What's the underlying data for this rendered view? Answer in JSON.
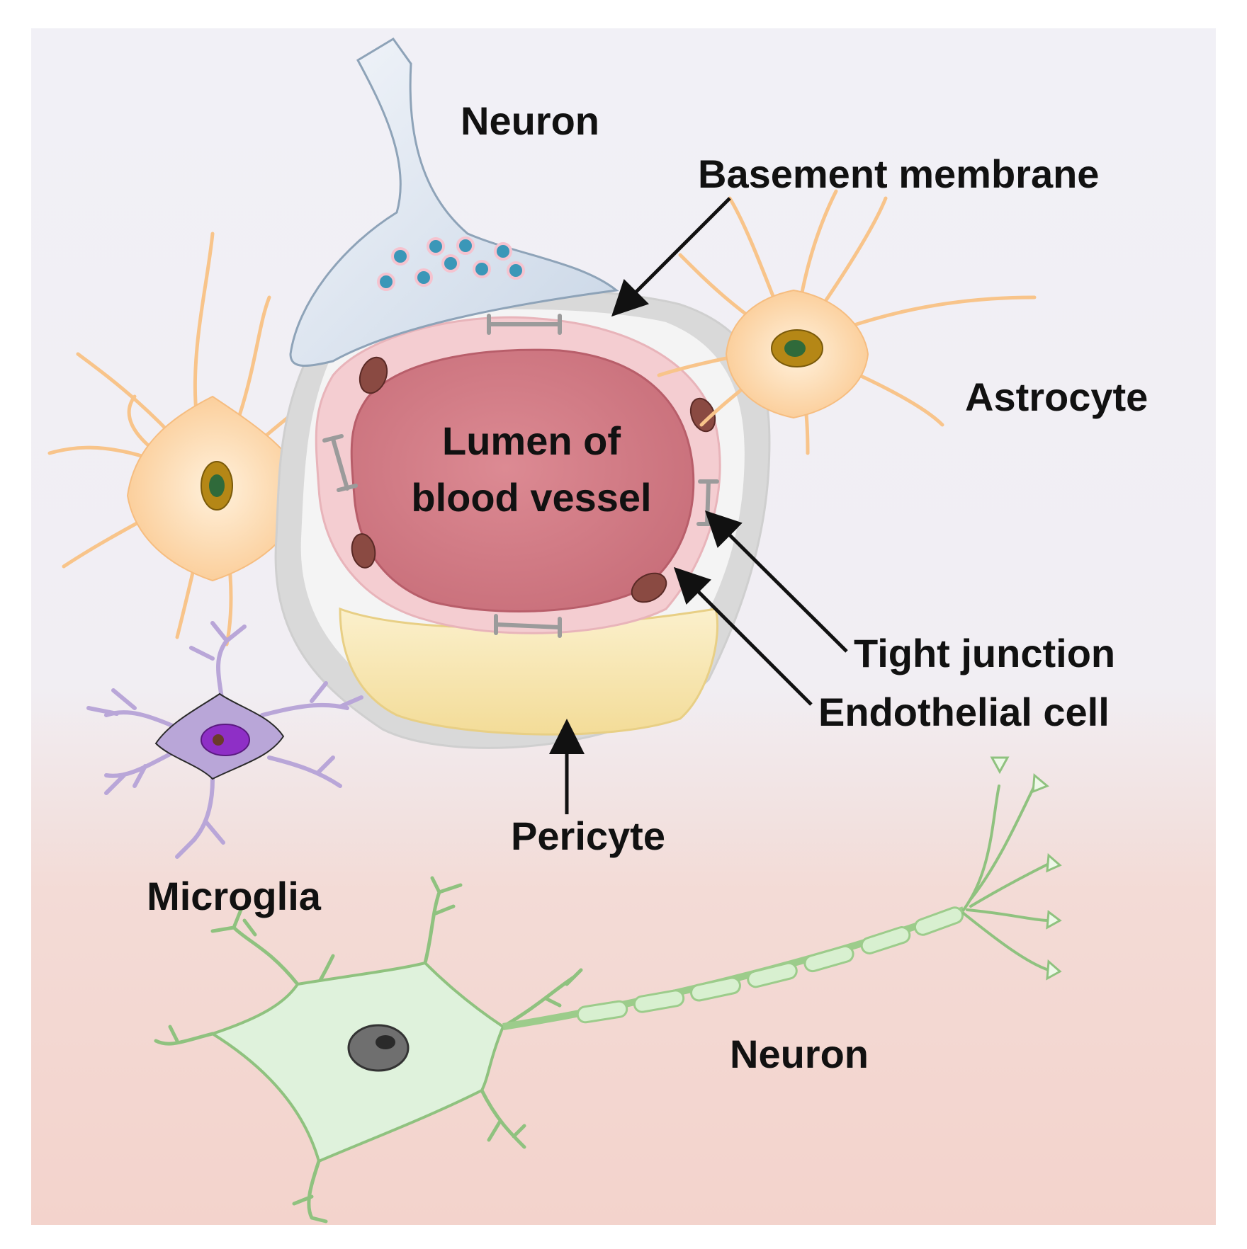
{
  "labels": {
    "neuron_top": "Neuron",
    "basement_membrane": "Basement membrane",
    "astrocyte": "Astrocyte",
    "lumen_line1": "Lumen of",
    "lumen_line2": "blood vessel",
    "tight_junction": "Tight junction",
    "endothelial_cell": "Endothelial cell",
    "pericyte": "Pericyte",
    "microglia": "Microglia",
    "neuron_bottom": "Neuron"
  },
  "colors": {
    "background_top": "#f1f0f6",
    "background_bottom": "#f3d6d0",
    "neuron_terminal": "#d7e2ee",
    "vesicle": "#3b97b8",
    "basement_membrane": "#dcdcdc",
    "endothelium": "#f2c8cd",
    "lumen": "#d6808a",
    "endothelial_nucleus": "#8a4a42",
    "tight_junction": "#9b9b9b",
    "pericyte": "#f7e6b0",
    "astrocyte": "#fbd3a4",
    "astrocyte_nucleus": "#b8860b",
    "microglia": "#b9a6d8",
    "microglia_nucleus": "#8e2fc6",
    "neuron_body": "#dff2dc",
    "neuron_outline": "#8fc27f",
    "neuron_nucleus": "#6f6f6f",
    "arrow": "#111111"
  }
}
